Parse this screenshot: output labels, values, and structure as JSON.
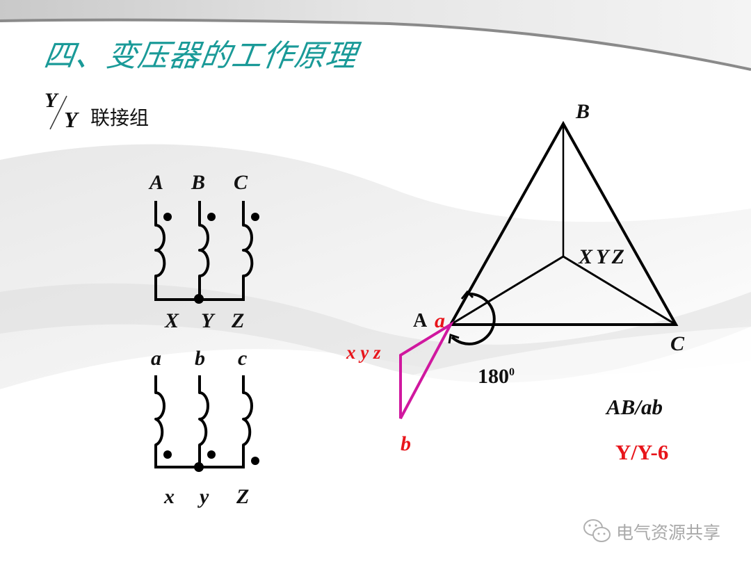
{
  "slide": {
    "title": "四、变压器的工作原理",
    "subtitle": "联接组",
    "fraction": {
      "numerator": "Y",
      "denominator": "Y"
    },
    "accent_color": "#1a9a98",
    "highlight_color": "#e8151b",
    "phasor_color": "#d0189f"
  },
  "winding_diagram": {
    "primary_top_labels": [
      "A",
      "B",
      "C"
    ],
    "primary_bottom_labels": [
      "X",
      "Y",
      "Z"
    ],
    "secondary_top_labels": [
      "a",
      "b",
      "c"
    ],
    "secondary_bottom_labels": [
      "x",
      "y",
      "Z"
    ]
  },
  "phasor_diagram": {
    "vertex_B": "B",
    "vertex_C": "C",
    "vertex_A": "A",
    "neutral_label": "X Y Z",
    "secondary_a": "a",
    "secondary_neutral": "x y z",
    "secondary_b": "b",
    "angle_value": "180",
    "angle_sup": "0",
    "ratio_label": "AB/ab",
    "group_label": "Y/Y-6"
  },
  "watermark": {
    "icon": "wechat-icon",
    "text": "电气资源共享"
  }
}
